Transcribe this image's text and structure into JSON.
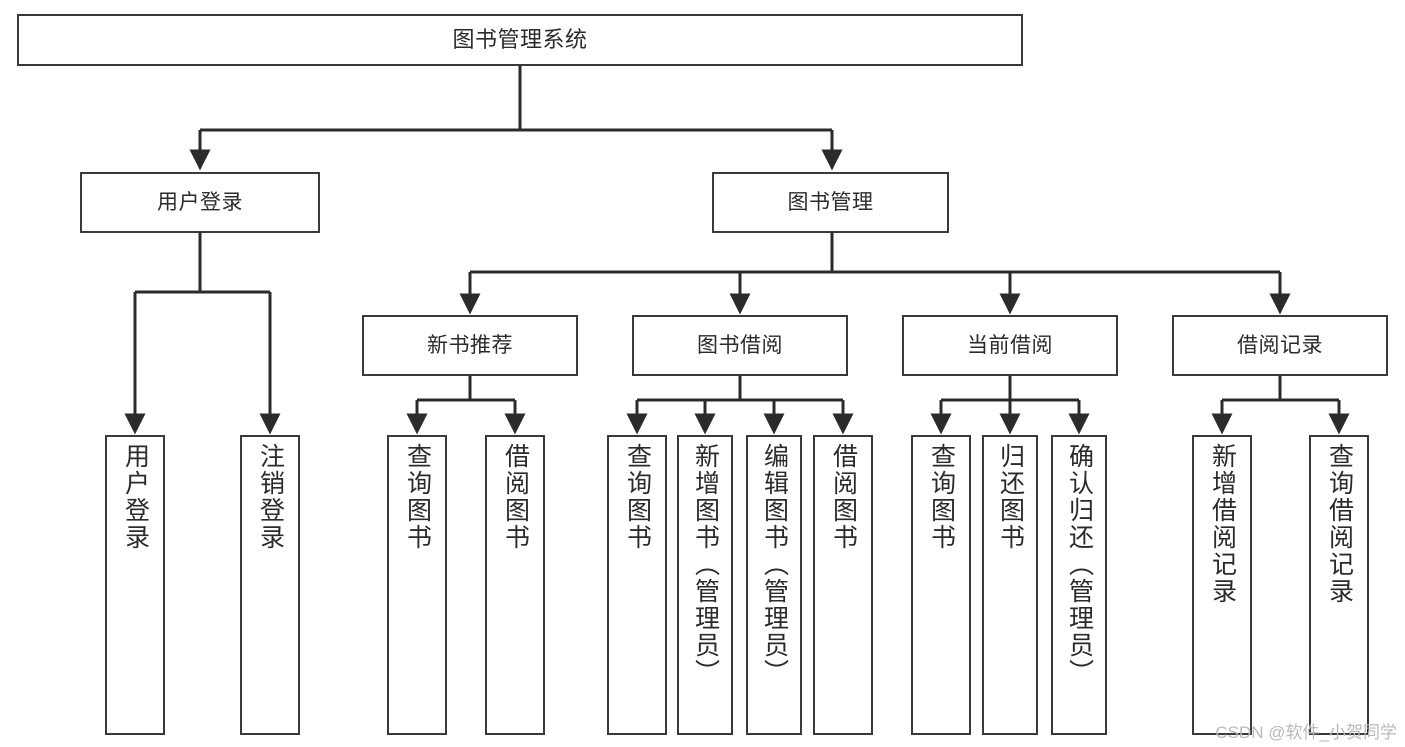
{
  "diagram": {
    "title": "图书管理系统",
    "type": "tree-hierarchy-chart",
    "watermark": "CSDN @软件_小贺同学",
    "colors": {
      "node_border": "#3a3a3a",
      "node_fill": "#ffffff",
      "edge": "#2b2b2b",
      "text": "#2b2b2b",
      "watermark": "#b9b9b9",
      "background": "#ffffff"
    }
  },
  "nodes": {
    "root": {
      "label": "图书管理系统"
    },
    "level1": [
      {
        "id": "user-login",
        "label": "用户登录"
      },
      {
        "id": "book-management",
        "label": "图书管理"
      }
    ],
    "level2": [
      {
        "id": "new-book-recommend",
        "label": "新书推荐"
      },
      {
        "id": "book-borrow",
        "label": "图书借阅"
      },
      {
        "id": "current-borrow",
        "label": "当前借阅"
      },
      {
        "id": "borrow-record",
        "label": "借阅记录"
      }
    ],
    "leaves": [
      {
        "id": "leaf-user-login",
        "label": "用户登录",
        "parent": "user-login"
      },
      {
        "id": "leaf-logout-login",
        "label": "注销登录",
        "parent": "user-login"
      },
      {
        "id": "leaf-query-book-1",
        "label": "查询图书",
        "parent": "new-book-recommend"
      },
      {
        "id": "leaf-borrow-book-1",
        "label": "借阅图书",
        "parent": "new-book-recommend"
      },
      {
        "id": "leaf-query-book-2",
        "label": "查询图书",
        "parent": "book-borrow"
      },
      {
        "id": "leaf-add-book",
        "label": "新增图书（管理员）",
        "parent": "book-borrow"
      },
      {
        "id": "leaf-edit-book",
        "label": "编辑图书（管理员）",
        "parent": "book-borrow"
      },
      {
        "id": "leaf-borrow-book-2",
        "label": "借阅图书",
        "parent": "book-borrow"
      },
      {
        "id": "leaf-query-book-3",
        "label": "查询图书",
        "parent": "current-borrow"
      },
      {
        "id": "leaf-return-book",
        "label": "归还图书",
        "parent": "current-borrow"
      },
      {
        "id": "leaf-confirm-return",
        "label": "确认归还（管理员）",
        "parent": "current-borrow"
      },
      {
        "id": "leaf-add-record",
        "label": "新增借阅记录",
        "parent": "borrow-record"
      },
      {
        "id": "leaf-query-record",
        "label": "查询借阅记录",
        "parent": "borrow-record"
      }
    ]
  }
}
